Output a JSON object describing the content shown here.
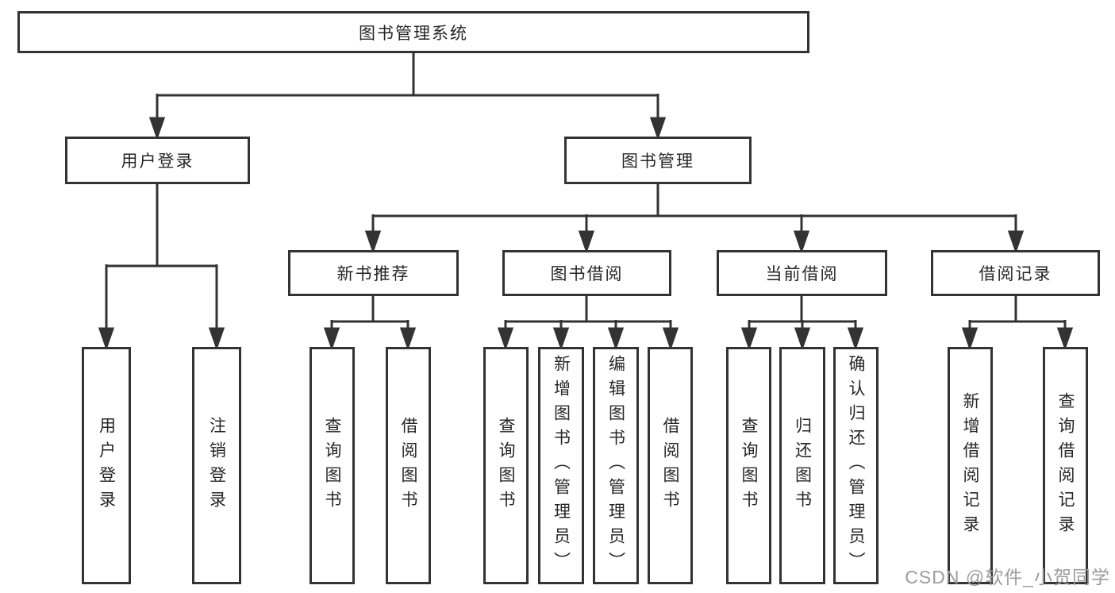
{
  "root": {
    "label": "图书管理系统"
  },
  "user_branch": {
    "label": "用户登录",
    "leaves": [
      {
        "label": "用户登录"
      },
      {
        "label": "注销登录"
      }
    ]
  },
  "mgmt_branch": {
    "label": "图书管理",
    "sections": [
      {
        "label": "新书推荐",
        "leaves": [
          {
            "label": "查询图书"
          },
          {
            "label": "借阅图书"
          }
        ]
      },
      {
        "label": "图书借阅",
        "leaves": [
          {
            "label": "查询图书"
          },
          {
            "label": "新增图书（管理员）"
          },
          {
            "label": "编辑图书（管理员）"
          },
          {
            "label": "借阅图书"
          }
        ]
      },
      {
        "label": "当前借阅",
        "leaves": [
          {
            "label": "查询图书"
          },
          {
            "label": "归还图书"
          },
          {
            "label": "确认归还（管理员）"
          }
        ]
      },
      {
        "label": "借阅记录",
        "leaves": [
          {
            "label": "新增借阅记录"
          },
          {
            "label": "查询借阅记录"
          }
        ]
      }
    ]
  },
  "watermark": {
    "text": "CSDN @软件_小贺同学"
  },
  "colors": {
    "line": "#333333",
    "text": "#262626",
    "watermark": "#9c9c9c",
    "background": "#ffffff"
  }
}
